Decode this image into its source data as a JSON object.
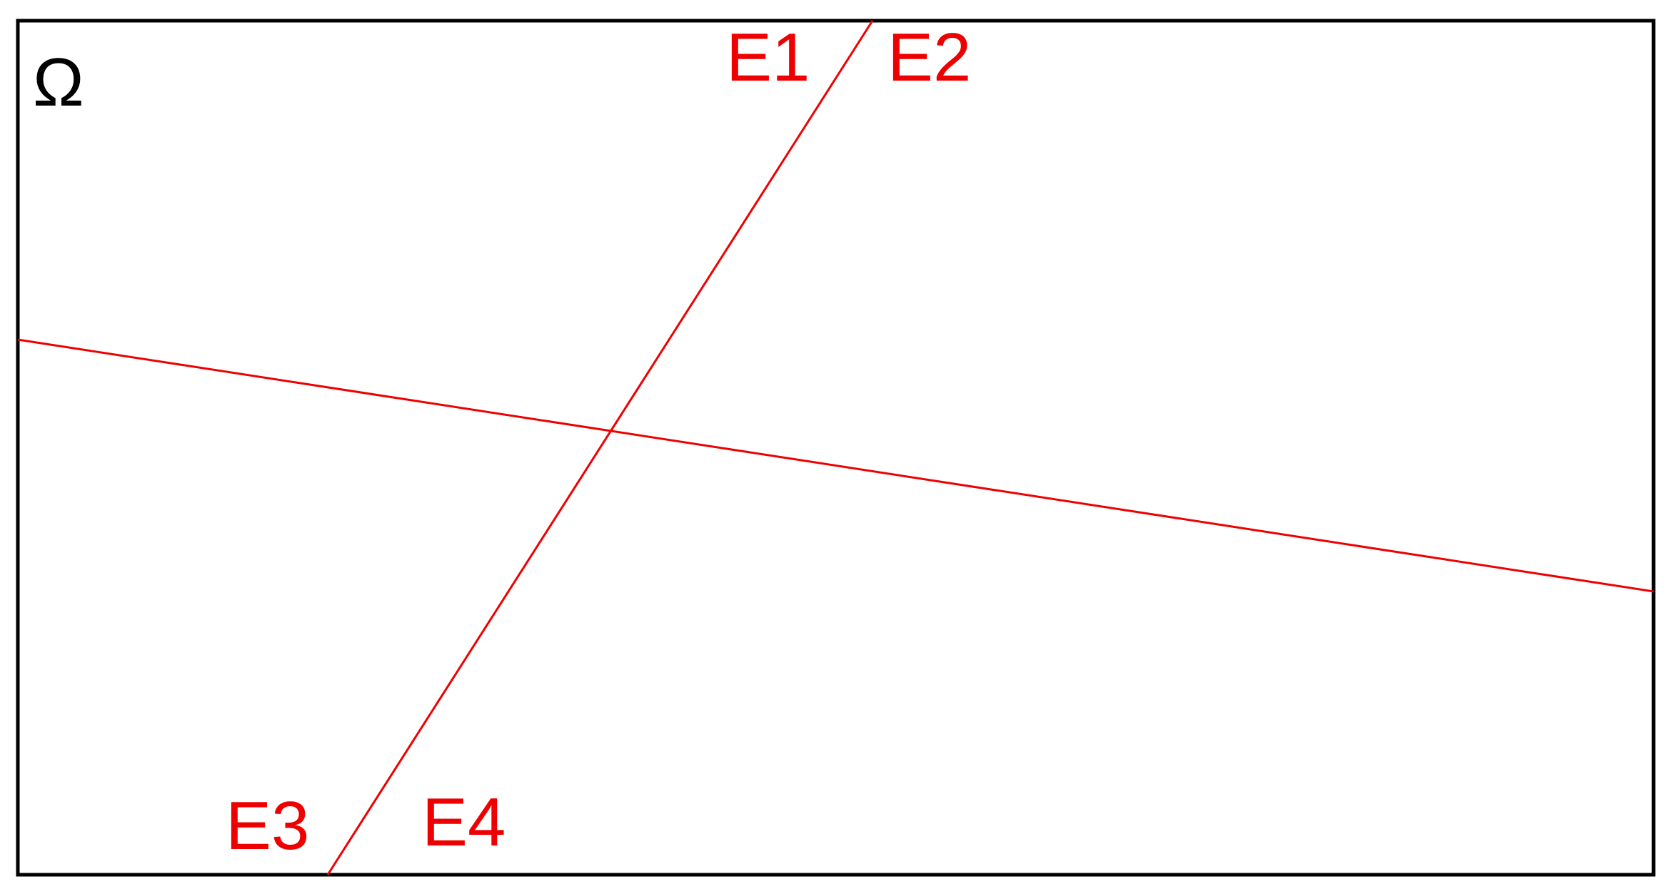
{
  "domain_symbol": "Ω",
  "region_labels": [
    "E1",
    "E2",
    "E3",
    "E4"
  ],
  "colors": {
    "boundary": "#000000",
    "cut_lines": "#ee0000",
    "region_labels": "#ee0000",
    "domain_symbol": "#000000",
    "background": "#ffffff"
  }
}
